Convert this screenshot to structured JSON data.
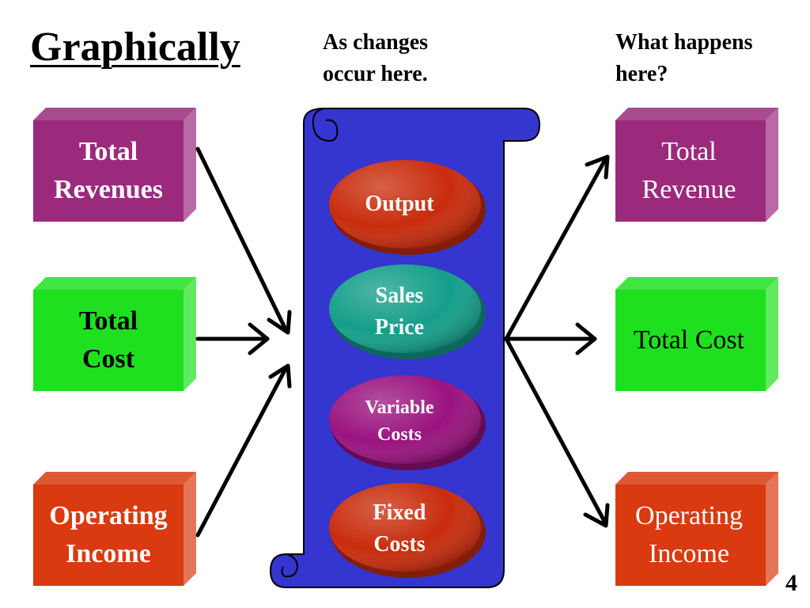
{
  "slide": {
    "title": "Graphically",
    "caption_left": [
      "As changes",
      "occur here."
    ],
    "caption_right": [
      "What happens",
      "here?"
    ],
    "page_number": "4"
  },
  "left_boxes": [
    {
      "lines": [
        "Total",
        "Revenues"
      ],
      "color": "#9b2a7d"
    },
    {
      "lines": [
        "Total",
        "Cost"
      ],
      "color": "#1fe01f"
    },
    {
      "lines": [
        "Operating",
        "Income"
      ],
      "color": "#d93a10"
    }
  ],
  "right_boxes": [
    {
      "lines": [
        "Total",
        "Revenue"
      ],
      "color": "#9b2a7d"
    },
    {
      "lines": [
        "Total Cost"
      ],
      "color": "#1fe01f"
    },
    {
      "lines": [
        "Operating",
        "Income"
      ],
      "color": "#d93a10"
    }
  ],
  "scroll": {
    "color": "#3535d0",
    "ovals": [
      {
        "lines": [
          "Output"
        ],
        "color": "#c82c0c"
      },
      {
        "lines": [
          "Sales",
          "Price"
        ],
        "color": "#149e8a"
      },
      {
        "lines": [
          "Variable",
          "Costs"
        ],
        "color": "#9a137f"
      },
      {
        "lines": [
          "Fixed",
          "Costs"
        ],
        "color": "#c82c0c"
      }
    ]
  }
}
